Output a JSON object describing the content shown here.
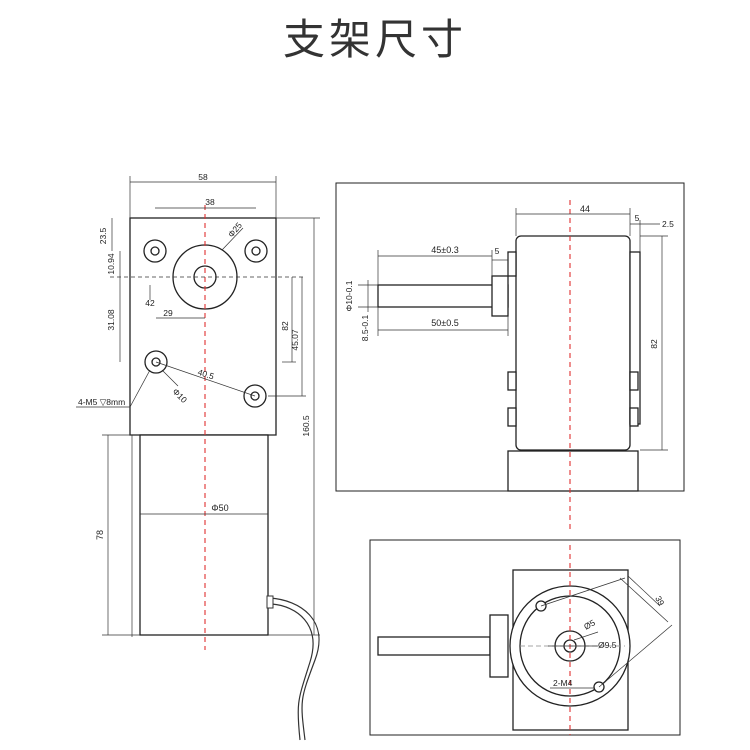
{
  "title": "支架尺寸",
  "front_view": {
    "dims": {
      "width": "58",
      "hole_spacing": "38",
      "top_offset": "23.5",
      "hole_offset": "10.94",
      "hole_dia": "Φ25",
      "offset_42": "42",
      "offset_29": "29",
      "v_31": "31.08",
      "h_82": "82",
      "h_45": "45.07",
      "dist_40": "40.5",
      "dia_10": "Φ10",
      "thread": "4-M5 ▽8mm",
      "total_h": "160.5",
      "motor_dia": "Φ50",
      "motor_h": "78"
    }
  },
  "side_view": {
    "dims": {
      "d44": "44",
      "d5a": "5",
      "d25": "2.5",
      "d45": "45±0.3",
      "d5b": "5",
      "shaft_dia": "Φ10-0.1",
      "flat": "8.5-0.1",
      "d50": "50±0.5",
      "d82": "82"
    }
  },
  "bottom_view": {
    "dims": {
      "d39": "39",
      "d5": "Ø5",
      "d95": "Ø9.5",
      "holes": "2-M4"
    }
  }
}
